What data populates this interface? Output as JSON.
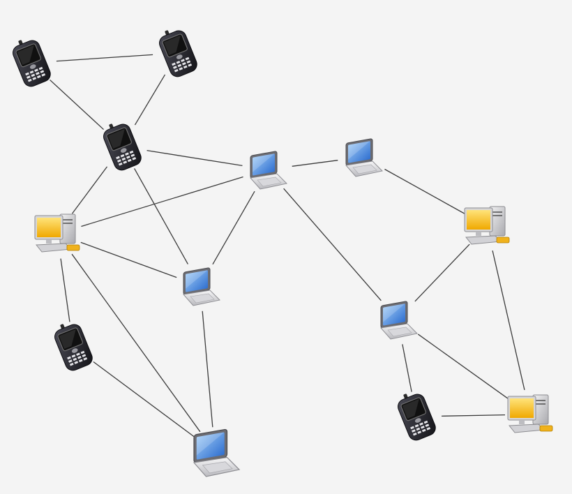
{
  "diagram": {
    "type": "network-topology",
    "device_types": {
      "phone": {
        "icon": "smartphone-icon",
        "body": "#2b2b33",
        "screen": "#1e1e1e",
        "keys": "#d9d9de"
      },
      "laptop": {
        "icon": "laptop-icon",
        "body": "#e8e8ea",
        "screen": "#4a8fe0",
        "bezel": "#7a7a80"
      },
      "desktop": {
        "icon": "desktop-computer-icon",
        "monitor": "#dadada",
        "screen": "#f2b21b",
        "tower": "#cfcfd2"
      }
    },
    "nodes": [
      {
        "id": "phone-1",
        "kind": "phone"
      },
      {
        "id": "phone-2",
        "kind": "phone"
      },
      {
        "id": "phone-3",
        "kind": "phone"
      },
      {
        "id": "laptop-1",
        "kind": "laptop"
      },
      {
        "id": "laptop-2",
        "kind": "laptop"
      },
      {
        "id": "desktop-1",
        "kind": "desktop"
      },
      {
        "id": "desktop-2",
        "kind": "desktop"
      },
      {
        "id": "laptop-3",
        "kind": "laptop"
      },
      {
        "id": "phone-4",
        "kind": "phone"
      },
      {
        "id": "laptop-4",
        "kind": "laptop"
      },
      {
        "id": "laptop-5",
        "kind": "laptop"
      },
      {
        "id": "phone-5",
        "kind": "phone"
      },
      {
        "id": "desktop-3",
        "kind": "desktop"
      }
    ],
    "edges": [
      [
        "phone-1",
        "phone-2"
      ],
      [
        "phone-1",
        "phone-3"
      ],
      [
        "phone-2",
        "phone-3"
      ],
      [
        "phone-3",
        "laptop-1"
      ],
      [
        "phone-3",
        "desktop-1"
      ],
      [
        "phone-3",
        "laptop-3"
      ],
      [
        "laptop-1",
        "laptop-2"
      ],
      [
        "laptop-1",
        "desktop-1"
      ],
      [
        "laptop-1",
        "laptop-3"
      ],
      [
        "laptop-1",
        "laptop-5"
      ],
      [
        "laptop-2",
        "desktop-2"
      ],
      [
        "desktop-1",
        "laptop-3"
      ],
      [
        "desktop-1",
        "phone-4"
      ],
      [
        "desktop-1",
        "laptop-4"
      ],
      [
        "laptop-3",
        "laptop-4"
      ],
      [
        "phone-4",
        "laptop-4"
      ],
      [
        "desktop-2",
        "laptop-5"
      ],
      [
        "desktop-2",
        "desktop-3"
      ],
      [
        "laptop-5",
        "phone-5"
      ],
      [
        "laptop-5",
        "desktop-3"
      ],
      [
        "phone-5",
        "desktop-3"
      ]
    ]
  }
}
